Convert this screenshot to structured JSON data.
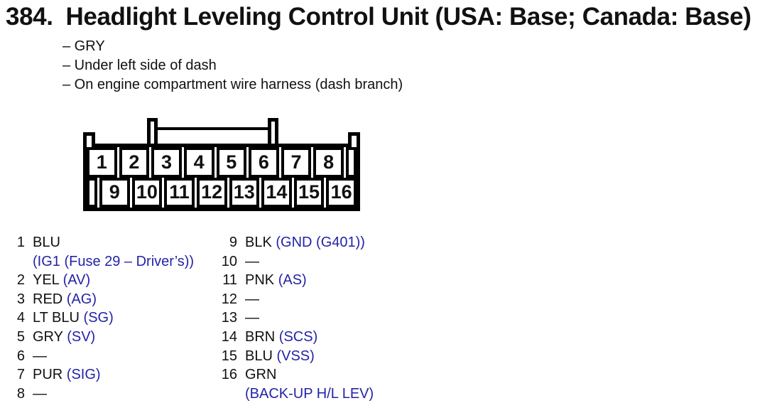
{
  "page": {
    "number": "384.",
    "title": "Headlight Leveling Control Unit (USA: Base; Canada: Base)"
  },
  "notes": [
    "– GRY",
    "– Under left side of dash",
    "– On engine compartment wire harness (dash branch)"
  ],
  "connector": {
    "description": "16-pin connector, two rows",
    "top_row_pins": [
      "1",
      "2",
      "3",
      "4",
      "5",
      "6",
      "7",
      "8"
    ],
    "bottom_row_pins": [
      "9",
      "10",
      "11",
      "12",
      "13",
      "14",
      "15",
      "16"
    ]
  },
  "pin_list": {
    "left": [
      {
        "num": "1",
        "color": "BLU",
        "signal": "(IG1 (Fuse 29 – Driver’s))",
        "signal_on_new_line": true
      },
      {
        "num": "2",
        "color": "YEL",
        "signal": "(AV)"
      },
      {
        "num": "3",
        "color": "RED",
        "signal": "(AG)"
      },
      {
        "num": "4",
        "color": "LT BLU",
        "signal": "(SG)"
      },
      {
        "num": "5",
        "color": "GRY",
        "signal": "(SV)"
      },
      {
        "num": "6",
        "color": "—"
      },
      {
        "num": "7",
        "color": "PUR",
        "signal": "(SIG)"
      },
      {
        "num": "8",
        "color": "—"
      }
    ],
    "right": [
      {
        "num": "9",
        "color": "BLK",
        "signal": "(GND (G401))"
      },
      {
        "num": "10",
        "color": "—"
      },
      {
        "num": "11",
        "color": "PNK",
        "signal": "(AS)"
      },
      {
        "num": "12",
        "color": "—"
      },
      {
        "num": "13",
        "color": "—"
      },
      {
        "num": "14",
        "color": "BRN",
        "signal": "(SCS)"
      },
      {
        "num": "15",
        "color": "BLU",
        "signal": "(VSS)"
      },
      {
        "num": "16",
        "color": "GRN",
        "signal": "(BACK-UP H/L LEV)",
        "signal_on_new_line": true
      }
    ]
  },
  "colors": {
    "link_blue": "#2323a8",
    "text_black": "#111111",
    "background": "#ffffff"
  }
}
